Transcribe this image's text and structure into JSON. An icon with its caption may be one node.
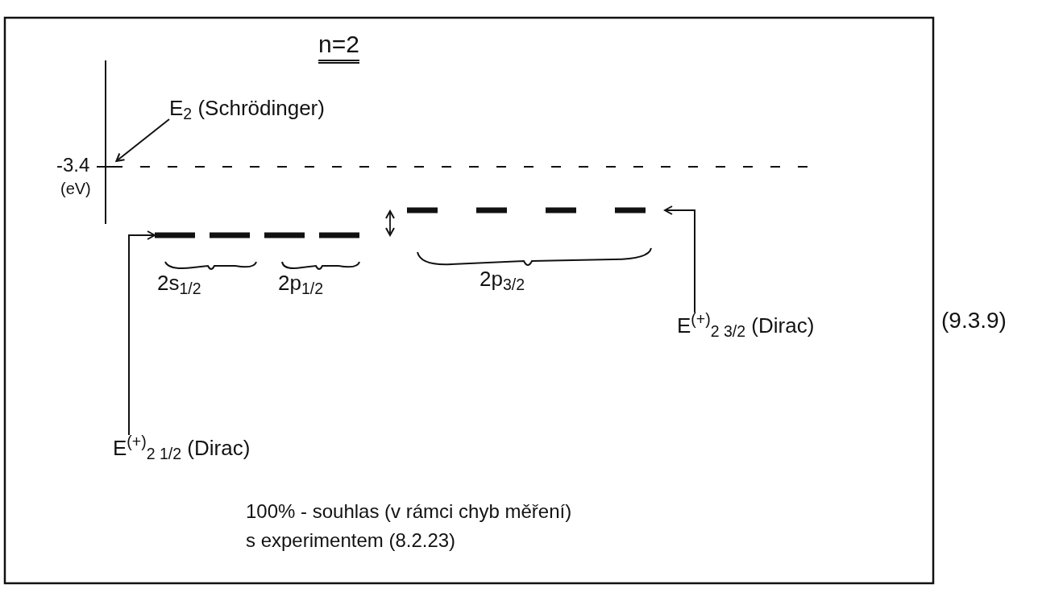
{
  "diagram": {
    "title": "n=2",
    "nodes": [
      {
        "text": [
          "E$_{2}$ (Schrödinger)"
        ]
      },
      {
        "text": [],
        "shape": "bar"
      },
      {
        "text": [],
        "shape": "bar"
      },
      {
        "text": [],
        "shape": "bar"
      },
      {
        "text": [
          "E$^{(+)}$$_{2 3/2}$ (Dirac)"
        ]
      },
      {
        "text": [
          "E$^{(+)}$$_{2 1/2}$ (Dirac)"
        ]
      }
    ],
    "edges": [
      {
        "from": 0,
        "to": 1,
        "arrow": "to"
      },
      {
        "from": 4,
        "to": 3,
        "arrow": "to"
      },
      {
        "from": 5,
        "to": 2,
        "arrow": "to"
      }
    ],
    "labels": [
      "-3.4",
      "(eV)",
      "2s$_{1/2}$",
      "2p$_{1/2}$",
      "2p$_{3/2}$",
      "(9.3.9)",
      "100% - souhlas (v rámci chyb měření)",
      "s experimentem (8.2.23)"
    ]
  }
}
